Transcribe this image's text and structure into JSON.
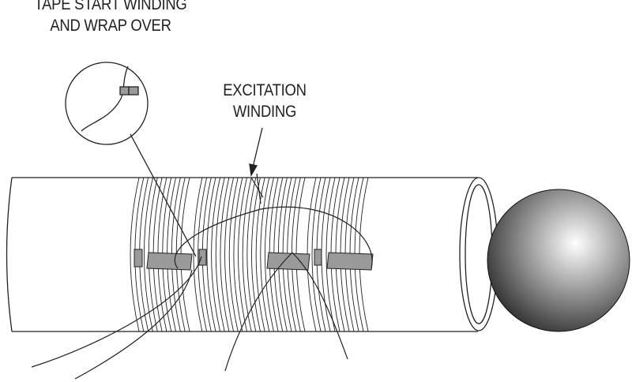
{
  "labels": {
    "tape_start_line1": "TAPE START WINDING",
    "tape_start_line2": "AND WRAP OVER",
    "excitation_line1": "EXCITATION",
    "excitation_line2": "WINDING"
  },
  "colors": {
    "stroke": "#222222",
    "tape": "#9a9a9a",
    "sphere_light": "#ffffff",
    "sphere_dark": "#1e1e1e"
  }
}
